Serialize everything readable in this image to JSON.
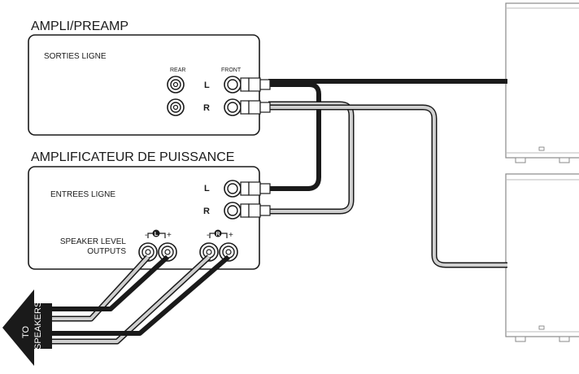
{
  "preamp": {
    "title": "AMPLI/PREAMP",
    "section_label": "SORTIES LIGNE",
    "rear_label": "REAR",
    "front_label": "FRONT",
    "left_label": "L",
    "right_label": "R"
  },
  "power_amp": {
    "title": "AMPLIFICATEUR DE PUISSANCE",
    "section_label": "ENTREES LIGNE",
    "left_label": "L",
    "right_label": "R",
    "speaker_outputs_line1": "SPEAKER LEVEL",
    "speaker_outputs_line2": "OUTPUTS",
    "minus": "-",
    "plus": "+",
    "channel_left_badge": "L",
    "channel_right_badge": "R"
  },
  "arrow": {
    "line1": "TO",
    "line2": "SPEAKERS"
  },
  "colors": {
    "black_cable": "#1a1a1a",
    "gray_cable": "#bdbdbd",
    "outline": "#1a1a1a"
  }
}
